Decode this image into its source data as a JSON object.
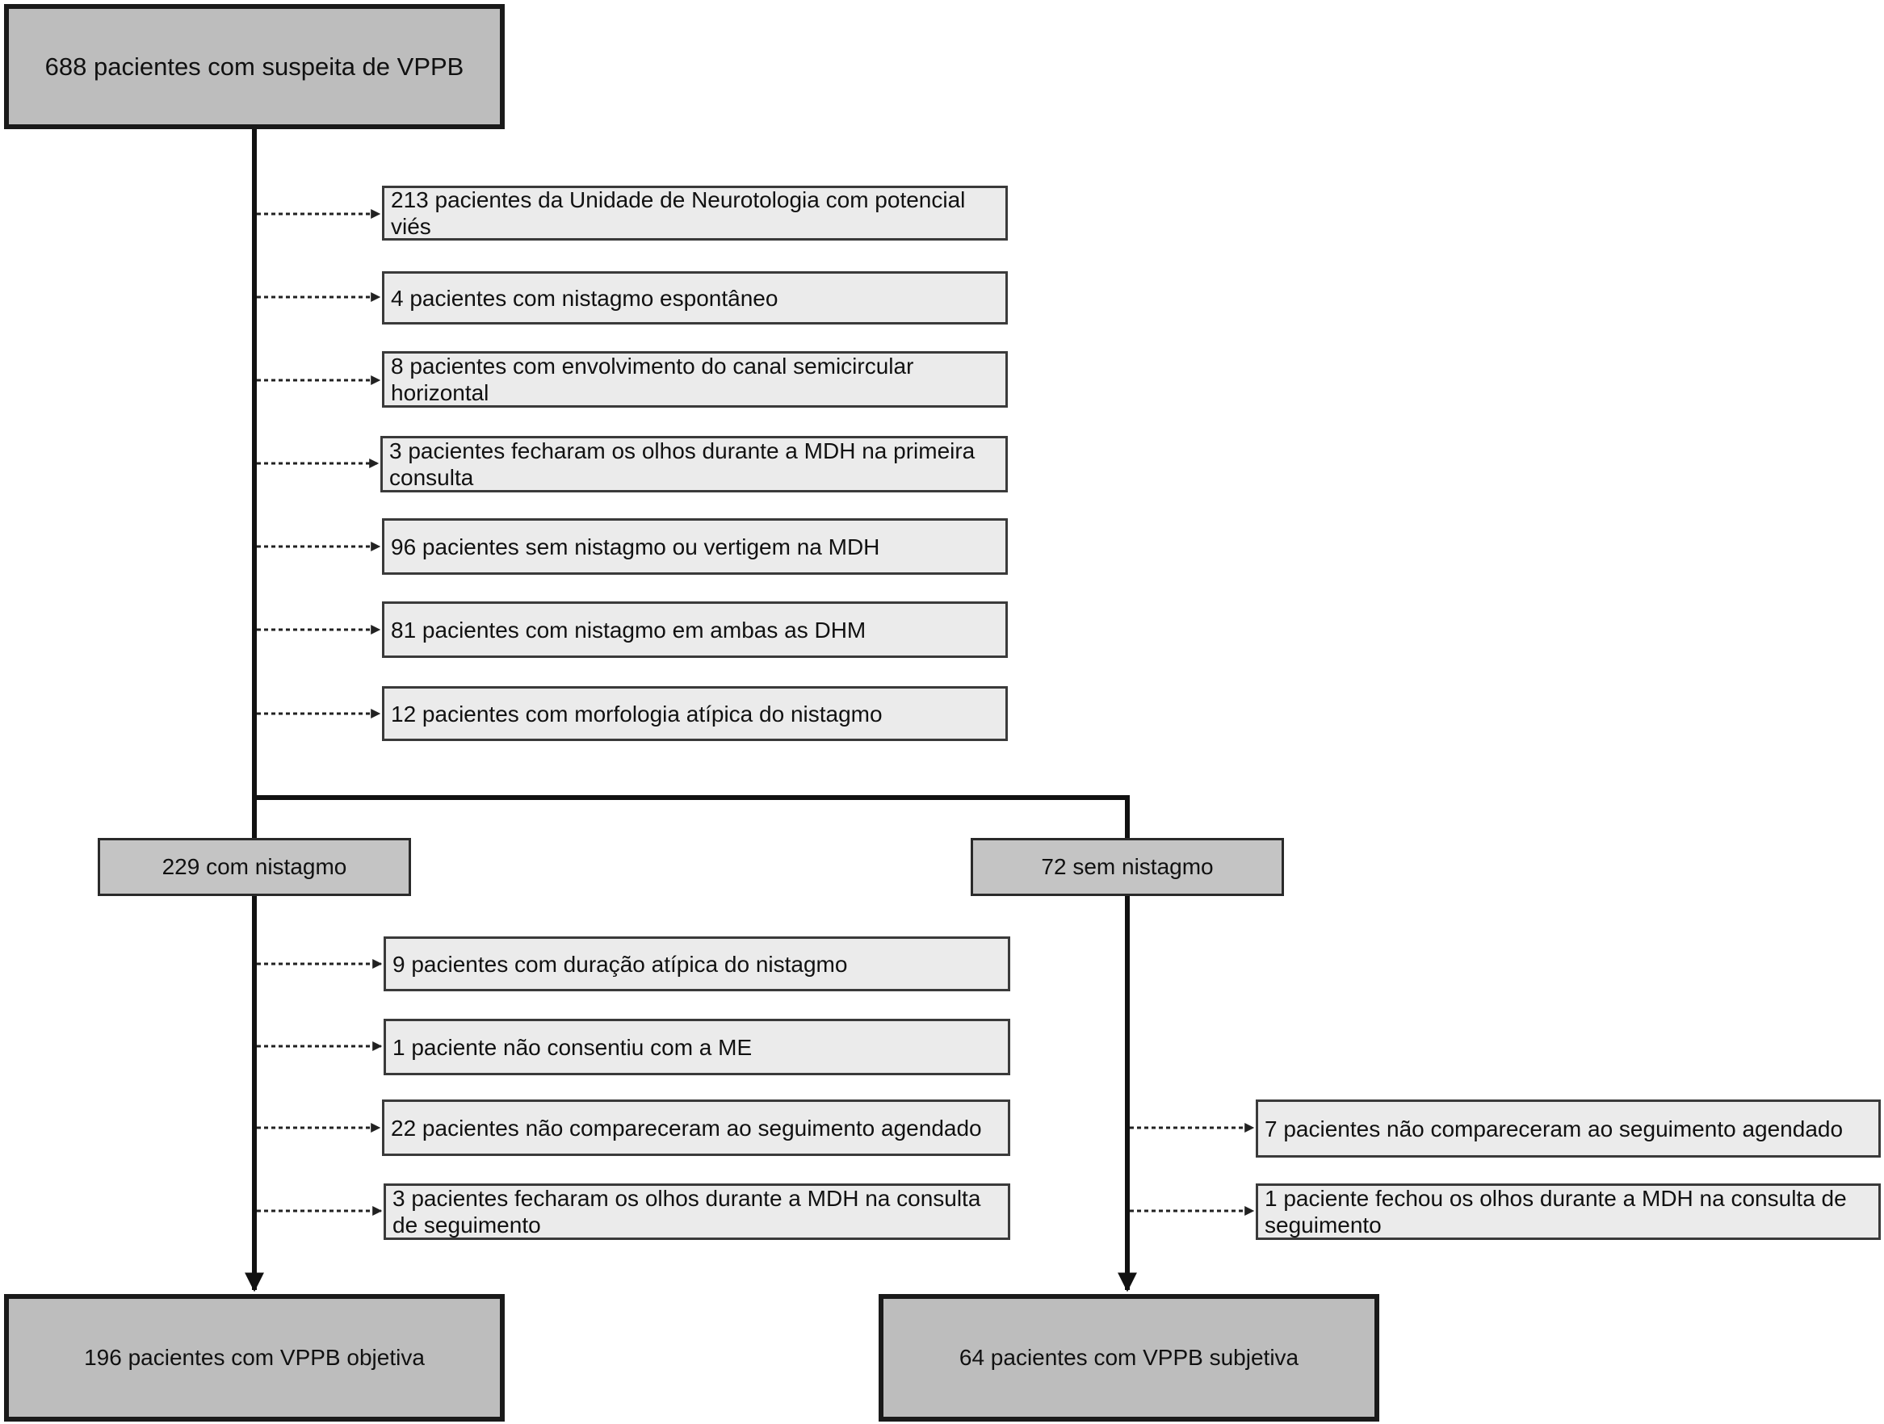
{
  "top": {
    "label": "688 pacientes com suspeita de VPPB"
  },
  "exclusions_main": [
    "213 pacientes da Unidade de Neurotologia com potencial\nviés",
    "4 pacientes com nistagmo espontâneo",
    "8 pacientes com envolvimento do canal semicircular\nhorizontal",
    "3 pacientes fecharam os olhos durante a MDH na primeira\nconsulta",
    "96 pacientes sem nistagmo ou vertigem na MDH",
    "81 pacientes com nistagmo em ambas as DHM",
    "12 pacientes com morfologia atípica do nistagmo"
  ],
  "branch_left": {
    "label": "229 com nistagmo",
    "exclusions": [
      "9 pacientes com duração atípica do nistagmo",
      "1 paciente não consentiu com a ME",
      "22 pacientes não compareceram ao seguimento agendado",
      "3 pacientes fecharam os olhos durante a MDH na consulta\n de seguimento"
    ],
    "outcome": "196 pacientes com VPPB objetiva"
  },
  "branch_right": {
    "label": "72 sem nistagmo",
    "exclusions": [
      "7 pacientes não compareceram ao seguimento agendado",
      "1 paciente fechou os olhos durante a MDH na consulta de\nseguimento"
    ],
    "outcome": "64 pacientes com VPPB subjetiva"
  }
}
